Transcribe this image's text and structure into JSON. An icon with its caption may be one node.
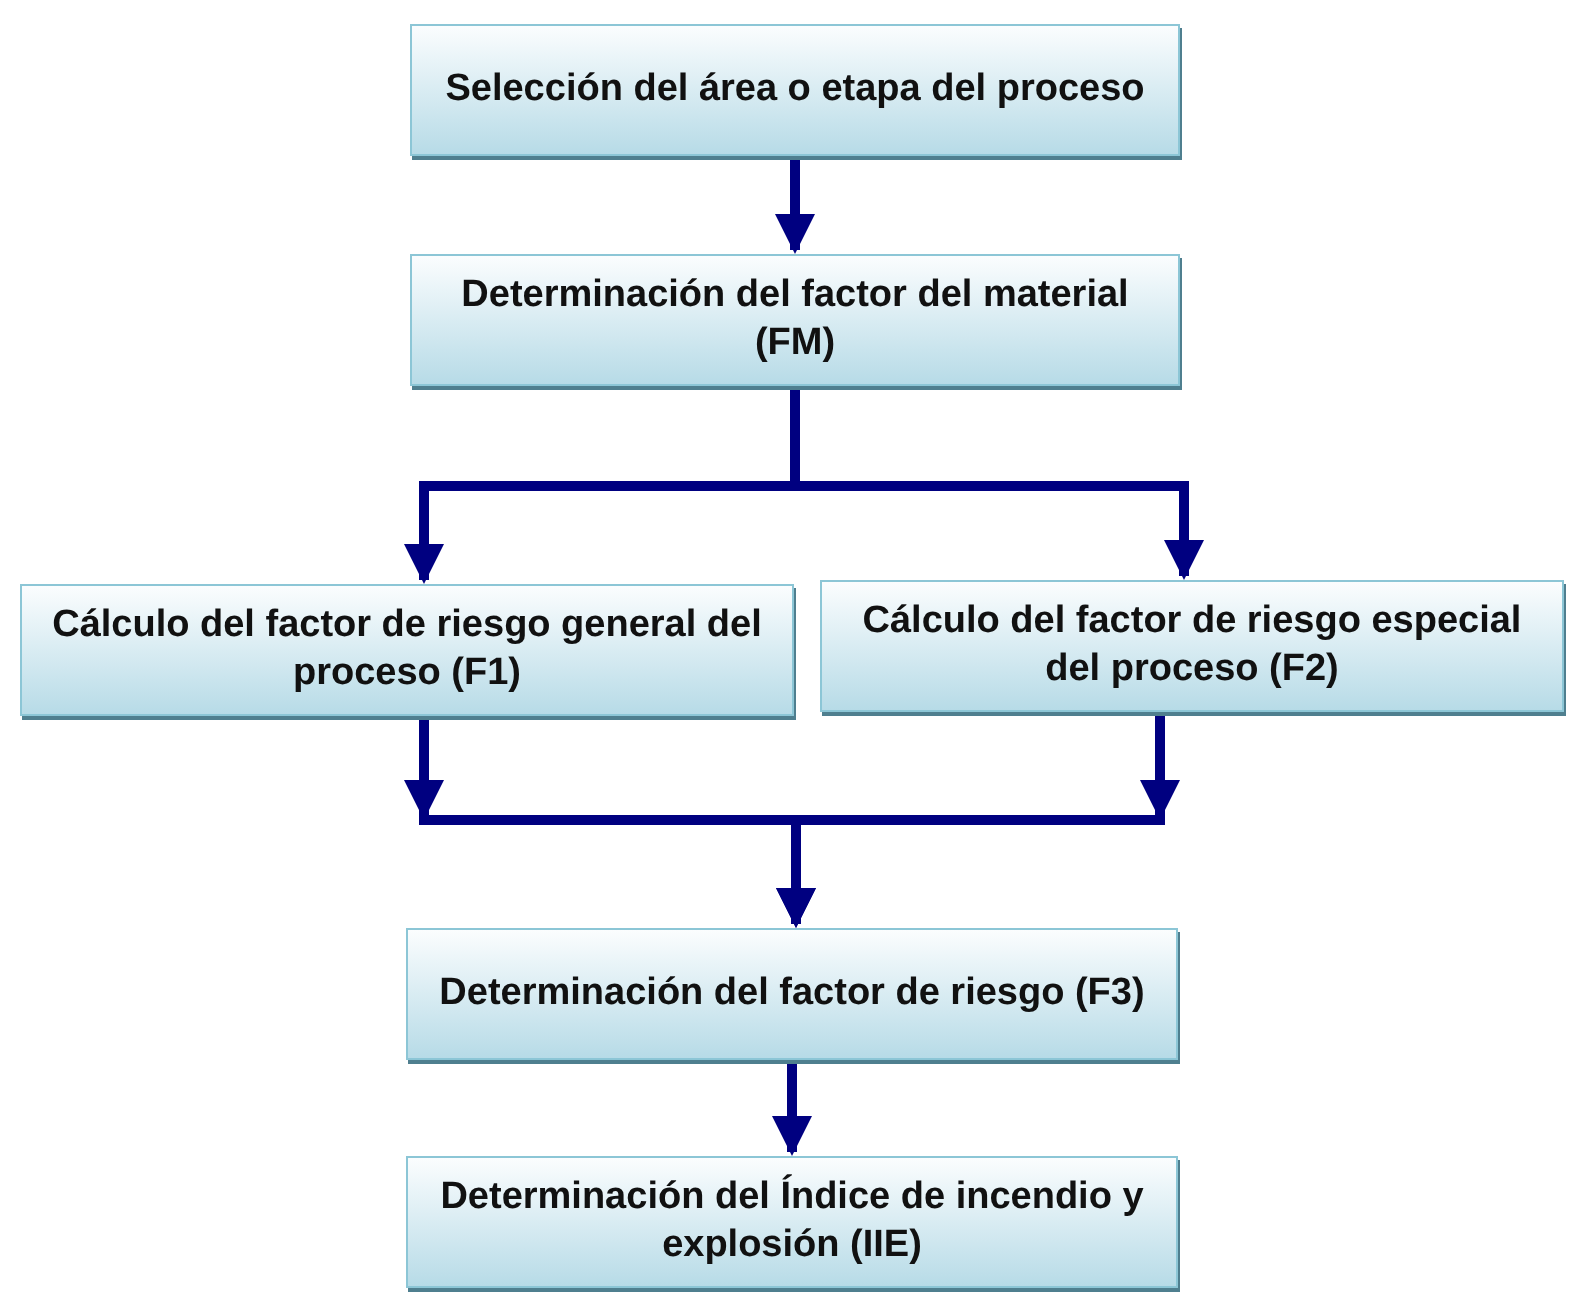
{
  "diagram": {
    "nodes": [
      {
        "text": [
          "Selección del área o etapa del proceso"
        ]
      },
      {
        "text": [
          "Determinación del factor del material (FM)"
        ]
      },
      {
        "text": [
          "Cálculo del factor de riesgo general del proceso (F1)"
        ]
      },
      {
        "text": [
          "Cálculo del factor de riesgo especial del proceso (F2)"
        ]
      },
      {
        "text": [
          "Determinación del factor de riesgo (F3)"
        ]
      },
      {
        "text": [
          "Determinación del Índice de incendio y explosión (IIE)"
        ]
      }
    ],
    "edges": [
      {
        "from": 0,
        "to": 1,
        "arrow": "to"
      },
      {
        "from": 1,
        "to": 2,
        "arrow": "to"
      },
      {
        "from": 1,
        "to": 3,
        "arrow": "to"
      },
      {
        "from": 2,
        "to": 4,
        "arrow": "to"
      },
      {
        "from": 3,
        "to": 4,
        "arrow": "to"
      },
      {
        "from": 4,
        "to": 5,
        "arrow": "to"
      }
    ]
  }
}
